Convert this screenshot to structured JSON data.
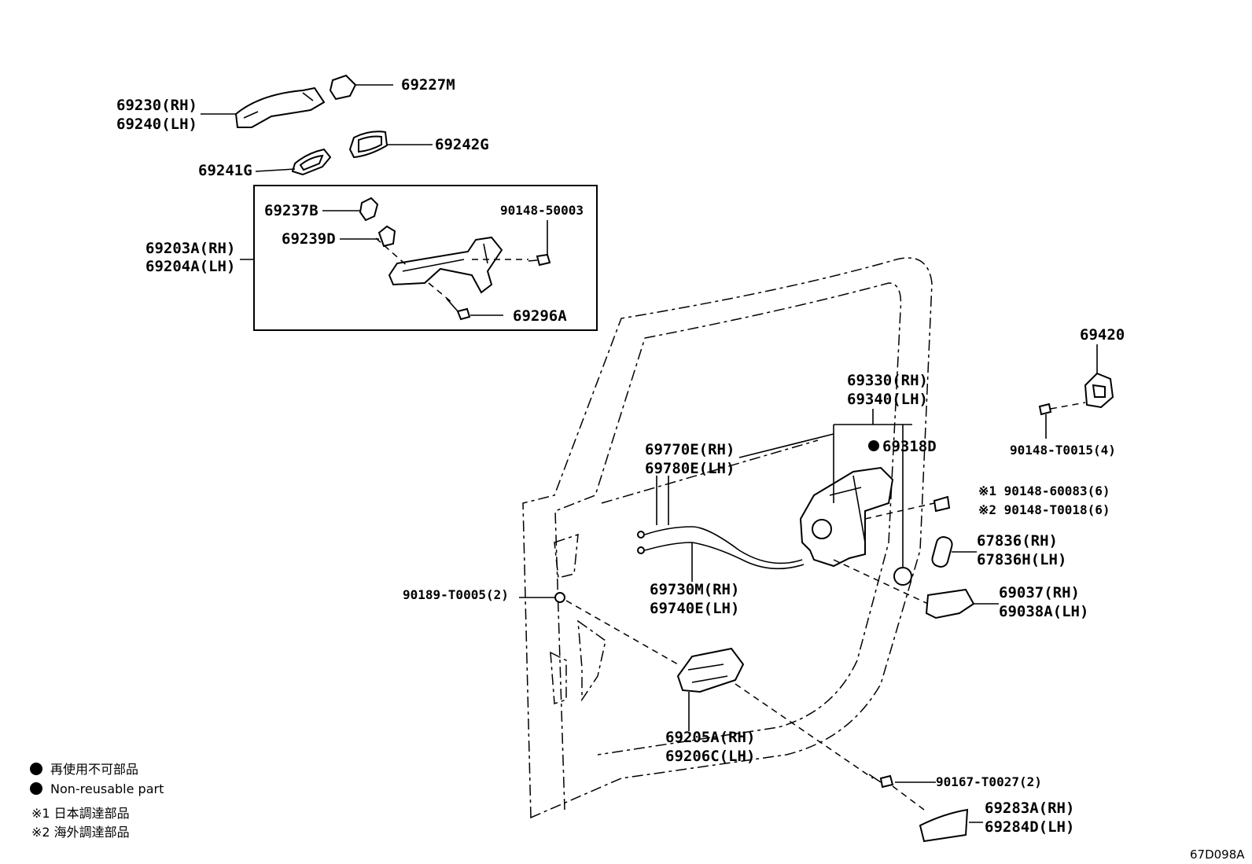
{
  "callouts": {
    "c69227M": [
      "69227M"
    ],
    "c69230": [
      "69230(RH)",
      "69240(LH)"
    ],
    "c69242G": [
      "69242G"
    ],
    "c69241G": [
      "69241G"
    ],
    "c69237B": [
      "69237B"
    ],
    "c90148_50003": [
      "90148-50003"
    ],
    "c69239D": [
      "69239D"
    ],
    "c69203A": [
      "69203A(RH)",
      "69204A(LH)"
    ],
    "c69296A": [
      "69296A"
    ],
    "c69420": [
      "69420"
    ],
    "c69330": [
      "69330(RH)",
      "69340(LH)"
    ],
    "c90148_T0015": [
      "90148-T0015(4)"
    ],
    "c69318D": [
      "69318D"
    ],
    "c69770E": [
      "69770E(RH)",
      "69780E(LH)"
    ],
    "c90148_60083": [
      "※1 90148-60083(6)",
      "※2 90148-T0018(6)"
    ],
    "c67836": [
      "67836(RH)",
      "67836H(LH)"
    ],
    "c90189": [
      "90189-T0005(2)"
    ],
    "c69730M": [
      "69730M(RH)",
      "69740E(LH)"
    ],
    "c69037": [
      "69037(RH)",
      "69038A(LH)"
    ],
    "c69205A": [
      "69205A(RH)",
      "69206C(LH)"
    ],
    "c90167": [
      "90167-T0027(2)"
    ],
    "c69283A": [
      "69283A(RH)",
      "69284D(LH)"
    ]
  },
  "legend": {
    "nonreusable_jp": "再使用不可部品",
    "nonreusable_en": "Non-reusable part",
    "note1": "※1 日本調達部品",
    "note2": "※2 海外調達部品"
  },
  "diagram_code": "67D098A"
}
